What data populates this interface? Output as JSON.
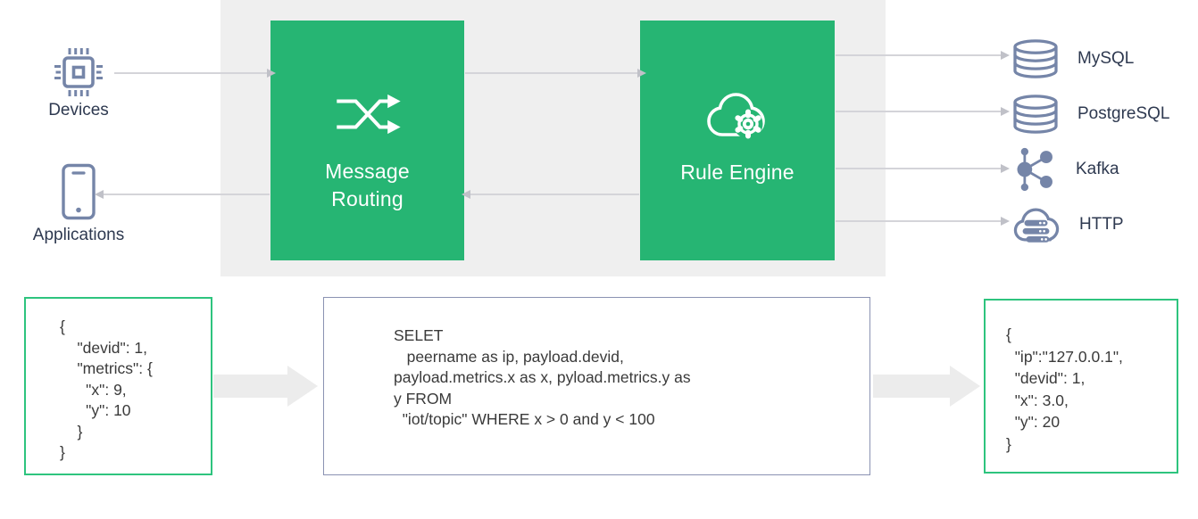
{
  "colors": {
    "process_green": "#26b573",
    "code_border_green": "#2ec47e",
    "code_border_slate": "#8a92b2",
    "panel_gray": "#efefef",
    "icon_slate": "#7585a8",
    "label_text": "#2e3950",
    "connector_gray": "#d4d4d9",
    "fat_arrow_gray": "#ececec"
  },
  "endpoints": {
    "devices": {
      "label": "Devices",
      "icon": "chip-icon"
    },
    "applications": {
      "label": "Applications",
      "icon": "smartphone-icon"
    }
  },
  "pipeline": {
    "message_routing": {
      "label_lines": [
        "Message",
        "Routing"
      ],
      "icon": "shuffle-icon"
    },
    "rule_engine": {
      "label": "Rule Engine",
      "icon": "cloud-gear-icon"
    }
  },
  "outputs": [
    {
      "label": "MySQL",
      "icon": "database-icon"
    },
    {
      "label": "PostgreSQL",
      "icon": "database-icon"
    },
    {
      "label": "Kafka",
      "icon": "kafka-nodes-icon"
    },
    {
      "label": "HTTP",
      "icon": "cloud-server-icon"
    }
  ],
  "code_blocks": {
    "input_json": {
      "lines": [
        "{",
        "    \"devid\": 1,",
        "    \"metrics\": {",
        "      \"x\": 9,",
        "      \"y\": 10",
        "    }",
        "}"
      ]
    },
    "sql": {
      "lines": [
        "SELET",
        "   peername as ip, payload.devid,",
        "payload.metrics.x as x, pyload.metrics.y as",
        "y FROM",
        "  \"iot/topic\" WHERE x > 0 and y < 100"
      ]
    },
    "output_json": {
      "lines": [
        "{",
        "  \"ip\":\"127.0.0.1\",",
        "  \"devid\": 1,",
        "  \"x\": 3.0,",
        "  \"y\": 20",
        "}"
      ]
    }
  }
}
